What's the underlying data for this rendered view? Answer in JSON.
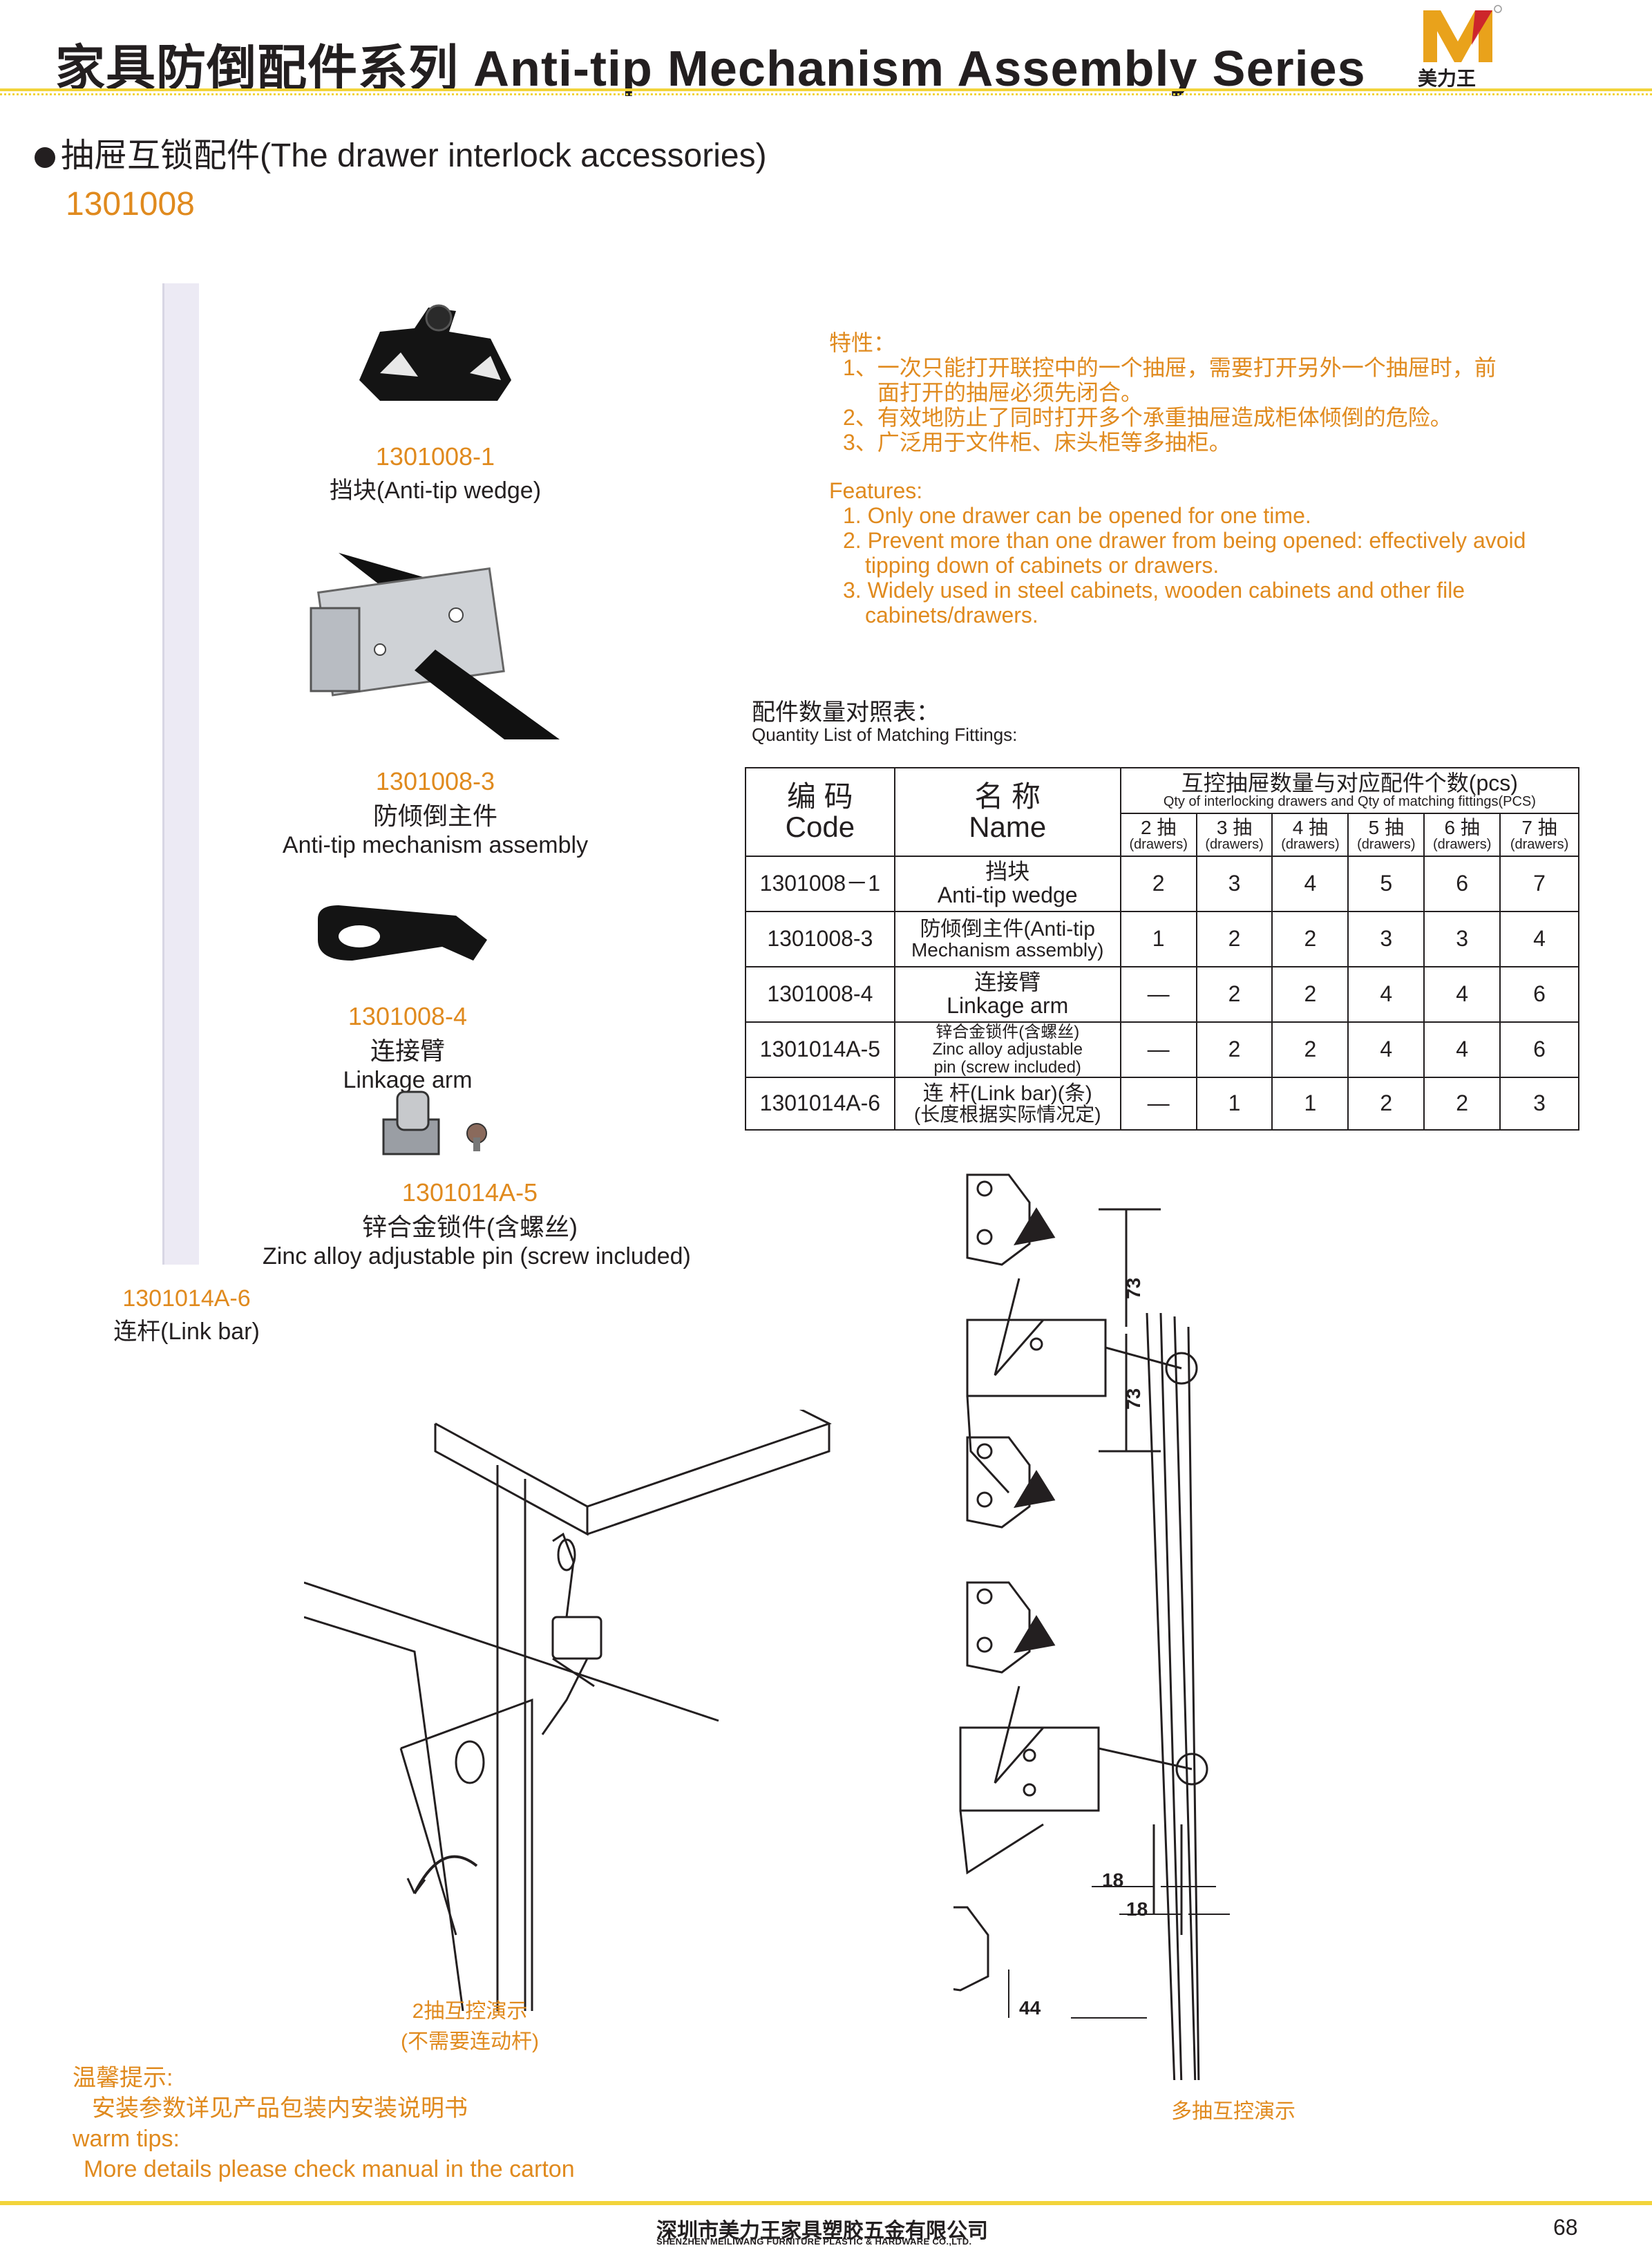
{
  "header": {
    "title": "家具防倒配件系列 Anti-tip Mechanism Assembly Series",
    "logo_text": "美力王"
  },
  "section": {
    "heading": "抽屉互锁配件(The drawer interlock accessories)",
    "model": "1301008"
  },
  "parts": [
    {
      "code": "1301008-1",
      "label": "挡块(Anti-tip wedge)"
    },
    {
      "code": "1301008-3",
      "cn": "防倾倒主件",
      "en": "Anti-tip mechanism assembly"
    },
    {
      "code": "1301008-4",
      "cn": "连接臂",
      "en": "Linkage arm"
    },
    {
      "code": "1301014A-5",
      "cn": "锌合金锁件(含螺丝)",
      "en": "Zinc alloy adjustable pin (screw included)"
    },
    {
      "code": "1301014A-6",
      "cn": "连杆(Link bar)"
    }
  ],
  "features_cn": {
    "title": "特性：",
    "items": [
      "1、一次只能打开联控中的一个抽屉，需要打开另外一个抽屉时，前",
      "面打开的抽屉必须先闭合。",
      "2、有效地防止了同时打开多个承重抽屉造成柜体倾倒的危险。",
      "3、广泛用于文件柜、床头柜等多抽柜。"
    ]
  },
  "features_en": {
    "title": "Features:",
    "items": [
      "1. Only one drawer can be opened for one time.",
      "2. Prevent more than one drawer from being opened: effectively avoid",
      "tipping down of cabinets or drawers.",
      "3. Widely used in steel cabinets, wooden cabinets and other file",
      "cabinets/drawers."
    ]
  },
  "table": {
    "title": "配件数量对照表：",
    "subtitle": "Quantity List of Matching Fittings:",
    "code_cn": "编 码",
    "code_en": "Code",
    "name_cn": "名 称",
    "name_en": "Name",
    "group_cn": "互控抽屉数量与对应配件个数(pcs)",
    "group_en": "Qty of interlocking drawers and Qty of matching fittings(PCS)",
    "drawer_cols": [
      {
        "cn": "2 抽",
        "en": "(drawers)"
      },
      {
        "cn": "3 抽",
        "en": "(drawers)"
      },
      {
        "cn": "4 抽",
        "en": "(drawers)"
      },
      {
        "cn": "5 抽",
        "en": "(drawers)"
      },
      {
        "cn": "6 抽",
        "en": "(drawers)"
      },
      {
        "cn": "7 抽",
        "en": "(drawers)"
      }
    ],
    "rows": [
      {
        "code": "1301008－1",
        "name1": "挡块",
        "name2": "Anti-tip wedge",
        "vals": [
          "2",
          "3",
          "4",
          "5",
          "6",
          "7"
        ]
      },
      {
        "code": "1301008-3",
        "name1": "防倾倒主件(Anti-tip",
        "name2": "Mechanism assembly)",
        "vals": [
          "1",
          "2",
          "2",
          "3",
          "3",
          "4"
        ]
      },
      {
        "code": "1301008-4",
        "name1": "连接臂",
        "name2": "Linkage arm",
        "vals": [
          "—",
          "2",
          "2",
          "4",
          "4",
          "6"
        ]
      },
      {
        "code": "1301014A-5",
        "name1": "锌合金锁件(含螺丝)",
        "name2": "Zinc alloy adjustable",
        "name3": "pin (screw included)",
        "vals": [
          "—",
          "2",
          "2",
          "4",
          "4",
          "6"
        ]
      },
      {
        "code": "1301014A-6",
        "name1": "连 杆(Link bar)(条)",
        "name2": "(长度根据实际情况定)",
        "vals": [
          "—",
          "1",
          "1",
          "2",
          "2",
          "3"
        ]
      }
    ]
  },
  "diagrams": {
    "demo2_line1": "2抽互控演示",
    "demo2_line2": "(不需要连动杆)",
    "demo_multi": "多抽互控演示",
    "dim_73a": "73",
    "dim_73b": "73",
    "dim_18a": "18",
    "dim_18b": "18",
    "dim_44": "44"
  },
  "tips": {
    "cn_title": "温馨提示:",
    "cn_text": "安装参数详见产品包装内安装说明书",
    "en_title": "warm tips:",
    "en_text": "More details please check manual in the carton"
  },
  "footer": {
    "company_cn": "深圳市美力王家具塑胶五金有限公司",
    "company_en": "SHENZHEN MEILIWANG FURNITURE PLASTIC & HARDWARE CO.,LTD.",
    "page": "68"
  },
  "colors": {
    "accent": "#e08a1e",
    "rule": "#f2d43a",
    "text": "#231f20"
  }
}
